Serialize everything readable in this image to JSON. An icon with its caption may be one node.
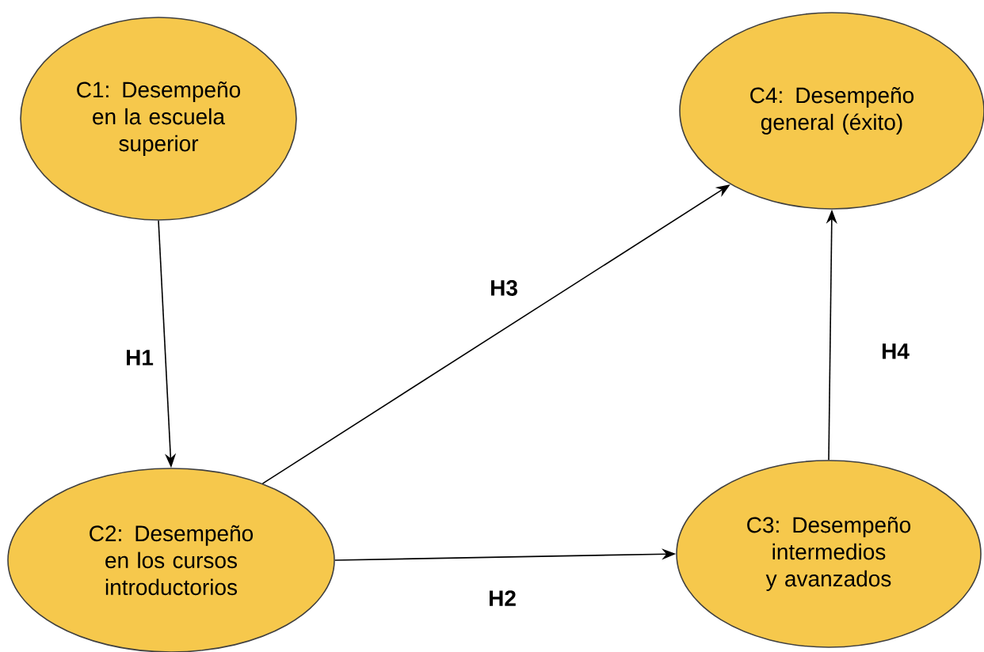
{
  "diagram": {
    "nodes": [
      {
        "text": [
          "C1: Desempeño en la escuela superior"
        ]
      },
      {
        "text": [
          "C2: Desempeño en los cursos introductorios"
        ]
      },
      {
        "text": [
          "C3: Desempeño intermedios y avanzados"
        ]
      },
      {
        "text": [
          "C4: Desempeño general (éxito)"
        ]
      }
    ],
    "edges": [
      {
        "from": 0,
        "to": 1,
        "arrow": "to",
        "label": "H1"
      },
      {
        "from": 1,
        "to": 3,
        "arrow": "to",
        "label": "H3"
      },
      {
        "from": 1,
        "to": 2,
        "arrow": "to",
        "label": "H2"
      },
      {
        "from": 2,
        "to": 3,
        "arrow": "to",
        "label": "H4"
      }
    ]
  }
}
